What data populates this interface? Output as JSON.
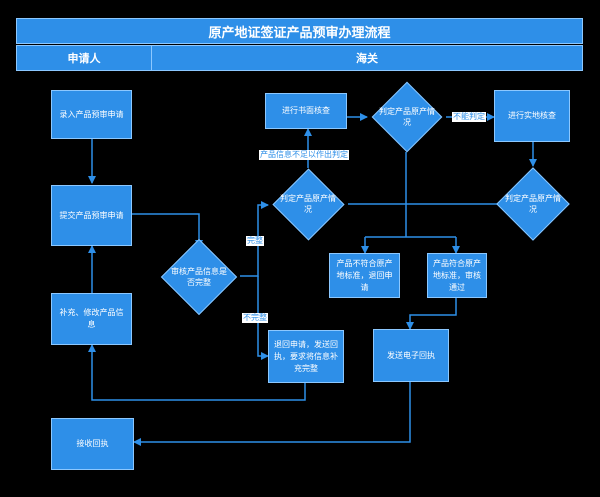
{
  "title": "原产地证签证产品预审办理流程",
  "lanes": {
    "applicant": "申请人",
    "customs": "海关"
  },
  "nodes": {
    "enter": "录入产品预审申请",
    "submit": "提交产品预审申请",
    "supplement": "补充、修改产品信息",
    "receive": "接收回执",
    "review_complete": "审核产品信息是否完整",
    "return_request": "退回申请，发送回执，要求将信息补充完整",
    "written_check": "进行书面核查",
    "judge_top": "判定产品原产情况",
    "onsite_check": "进行实地核查",
    "judge_mid": "判定产品原产情况",
    "judge_right": "判定产品原产情况",
    "not_conform": "产品不符合原产地标准，退回申请",
    "conform": "产品符合原产地标准，审核通过",
    "send_receipt": "发送电子回执"
  },
  "labels": {
    "info_insufficient": "产品信息不足以作出判定",
    "cannot_judge": "不能判定",
    "complete": "完整",
    "incomplete": "不完整"
  }
}
